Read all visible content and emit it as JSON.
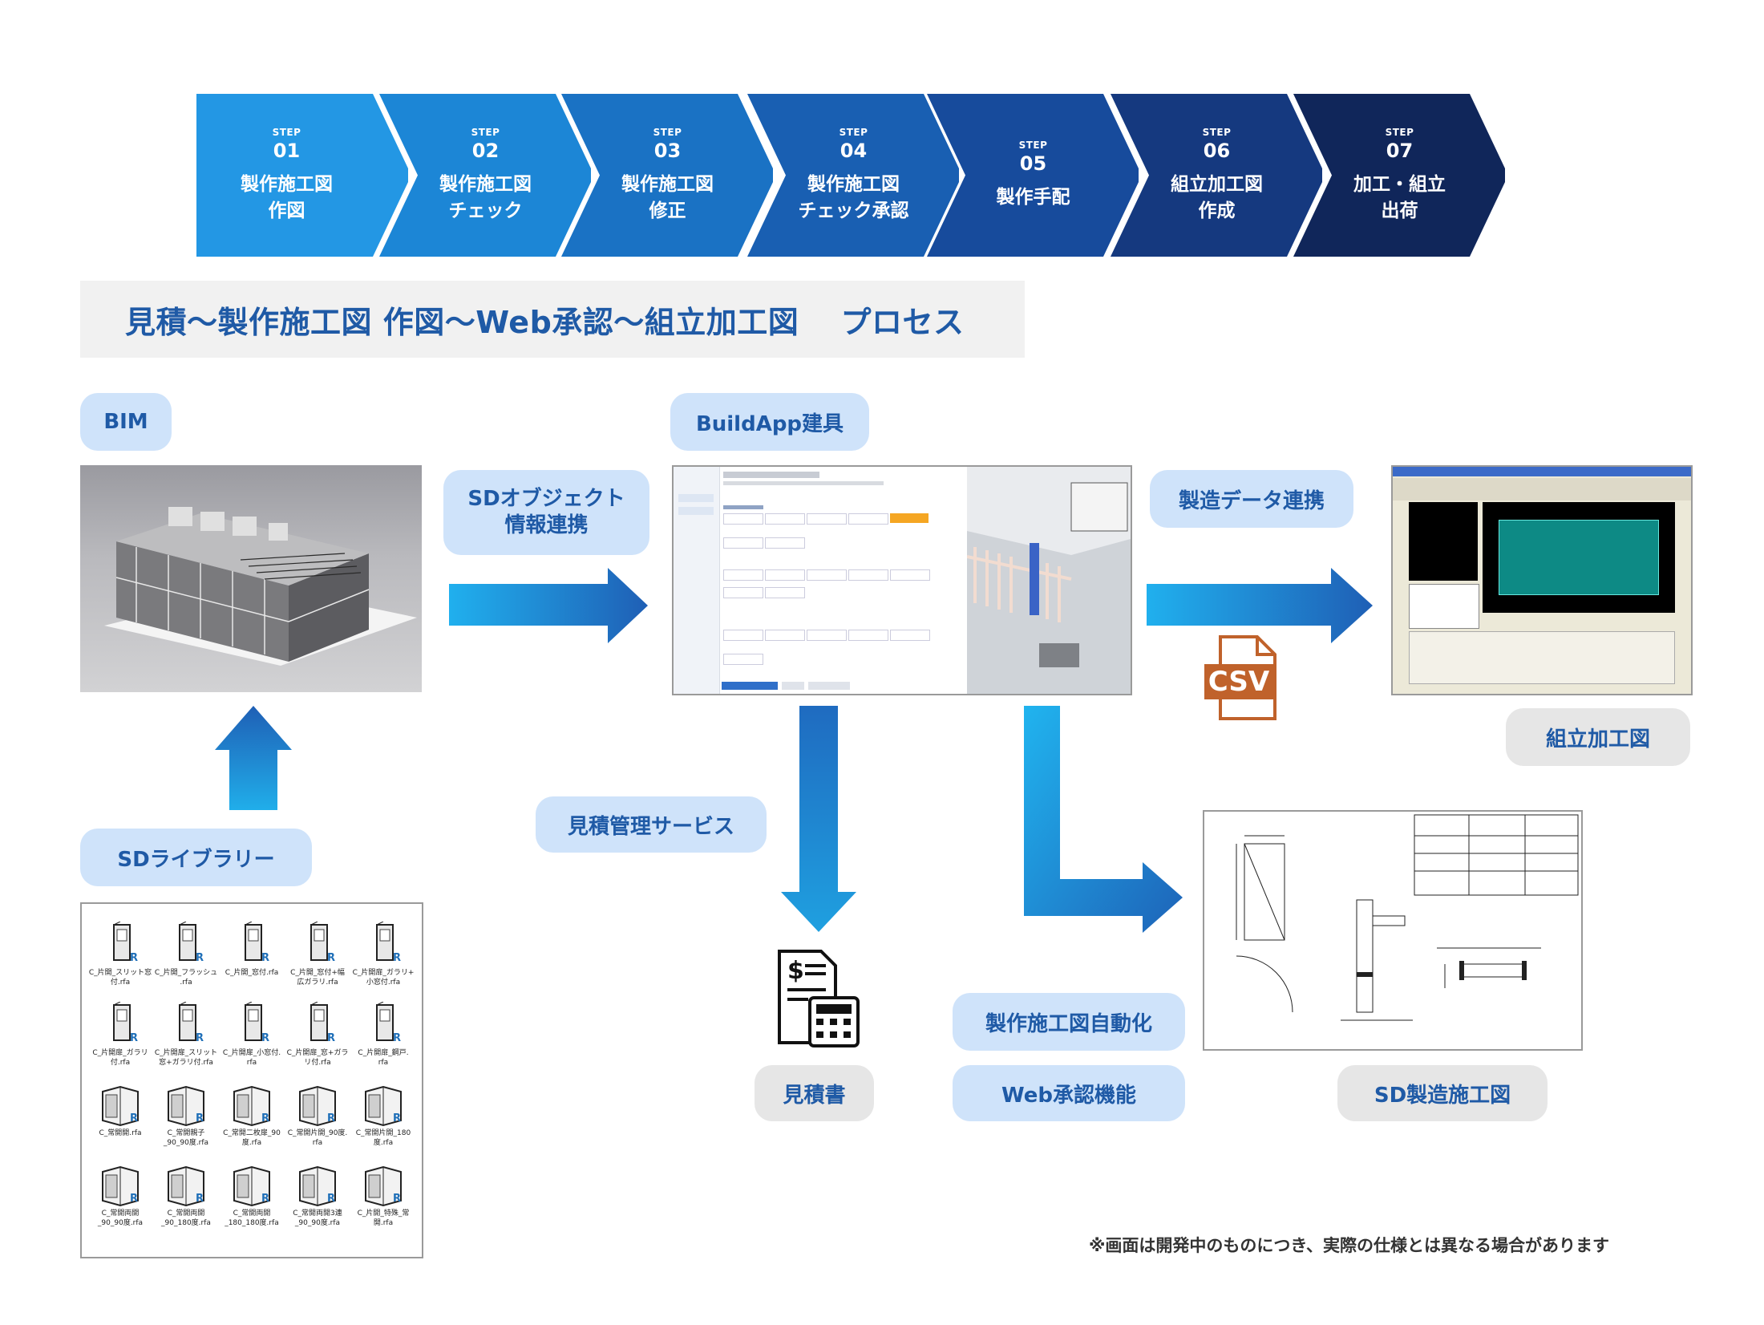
{
  "steps": [
    {
      "label": "STEP",
      "num": "01",
      "title": "製作施工図\n作図",
      "color": "#2397e4"
    },
    {
      "label": "STEP",
      "num": "02",
      "title": "製作施工図\nチェック",
      "color": "#1c86d6"
    },
    {
      "label": "STEP",
      "num": "03",
      "title": "製作施工図\n修正",
      "color": "#1a72c4"
    },
    {
      "label": "STEP",
      "num": "04",
      "title": "製作施工図\nチェック承認",
      "color": "#195fb2"
    },
    {
      "label": "STEP",
      "num": "05",
      "title": "製作手配",
      "color": "#174b9c"
    },
    {
      "label": "STEP",
      "num": "06",
      "title": "組立加工図\n作成",
      "color": "#15397f"
    },
    {
      "label": "STEP",
      "num": "07",
      "title": "加工・組立\n出荷",
      "color": "#10265a"
    }
  ],
  "headline": "見積〜製作施工図 作図〜Web承認〜組立加工図　 プロセス",
  "labels": {
    "bim": "BIM",
    "buildapp": "BuildApp建具",
    "sd_object": "SDオブジェクト\n情報連携",
    "manufacturing_data": "製造データ連携",
    "assembly_drawing": "組立加工図",
    "sd_library": "SDライブラリー",
    "estimate_service": "見積管理サービス",
    "estimate": "見積書",
    "auto_drawing": "製作施工図自動化",
    "web_approval": "Web承認機能",
    "sd_drawing": "SD製造施工図",
    "csv": "CSV"
  },
  "library_items": [
    "C_片開_スリット窓\n付.rfa",
    "C_片開_フラッシュ\n.rfa",
    "C_片開_窓付.rfa",
    "C_片開_窓付+幅\n広ガラリ.rfa",
    "C_片開扉_ガラリ+\n小窓付.rfa",
    "C_片開扉_ガラリ\n付.rfa",
    "C_片開扉_スリット\n窓+ガラリ付.rfa",
    "C_片開扉_小窓付.\nrfa",
    "C_片開扉_窓+ガラ\nリ付.rfa",
    "C_片開扉_鋼戸.\nrfa",
    "C_常開開.rfa",
    "C_常開親子\n_90_90度.rfa",
    "C_常開二枚扉_90\n度.rfa",
    "C_常開片開_90度.\nrfa",
    "C_常開片開_180\n度.rfa",
    "C_常開両開\n_90_90度.rfa",
    "C_常開両開\n_90_180度.rfa",
    "C_常開両開\n_180_180度.rfa",
    "C_常開両開3連\n_90_90度.rfa",
    "C_片開_特殊_常\n開.rfa"
  ],
  "note": "※画面は開発中のものにつき、実際の仕様とは異なる場合があります"
}
